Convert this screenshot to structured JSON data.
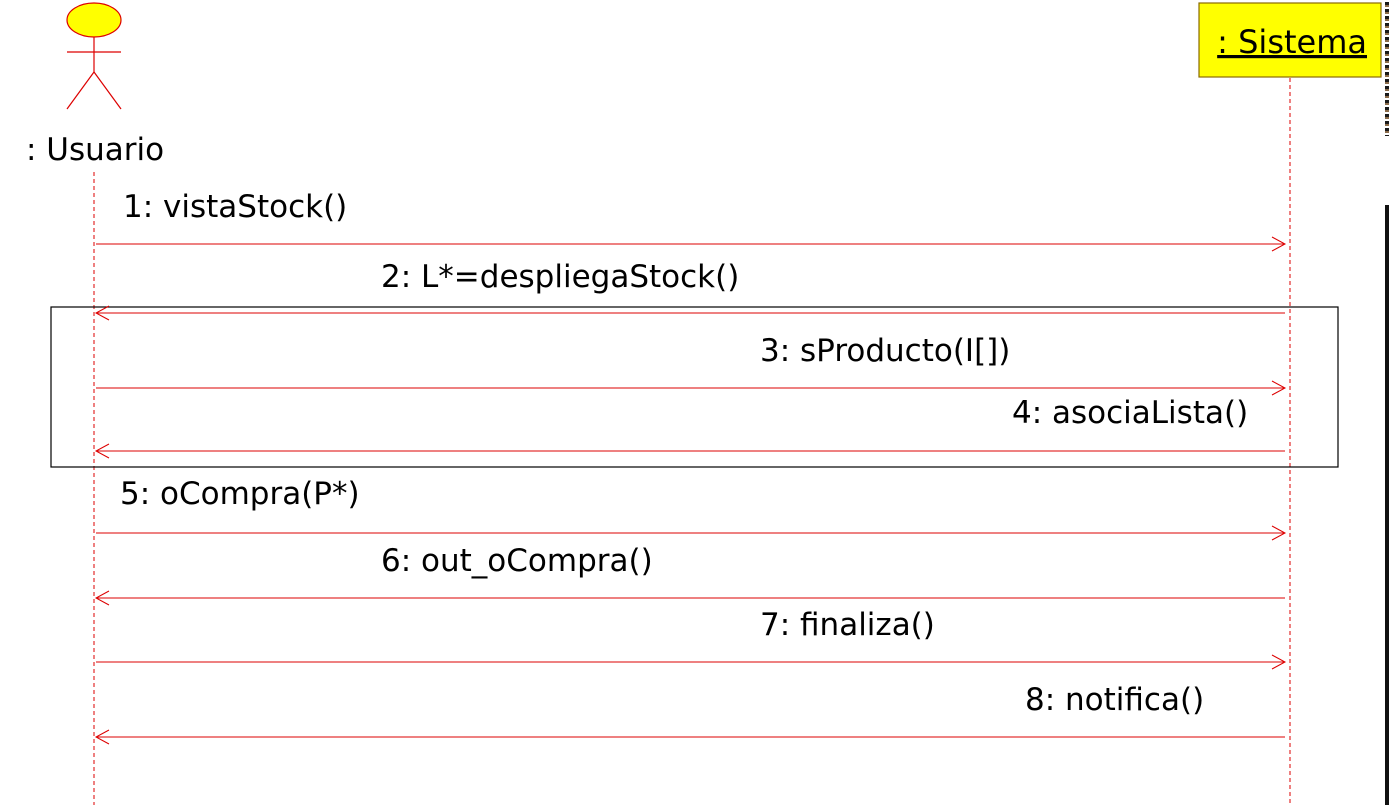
{
  "actor": {
    "label": ": Usuario"
  },
  "system": {
    "label": ": Sistema"
  },
  "colors": {
    "actor_head": "#ffff00",
    "object_box": "#ffff00",
    "lines": "#dd0000",
    "text": "#000000"
  },
  "messages": [
    {
      "label": "1: vistaStock()",
      "direction": "to-system"
    },
    {
      "label": "2: L*=despliegaStock()",
      "direction": "to-actor"
    },
    {
      "label": "3: sProducto(I[])",
      "direction": "to-system"
    },
    {
      "label": "4: asociaLista()",
      "direction": "to-actor"
    },
    {
      "label": "5: oCompra(P*)",
      "direction": "to-system"
    },
    {
      "label": "6: out_oCompra()",
      "direction": "to-actor"
    },
    {
      "label": "7: finaliza()",
      "direction": "to-system"
    },
    {
      "label": "8: notifica()",
      "direction": "to-actor"
    }
  ],
  "loop_frame": {
    "covers_messages": [
      2,
      3,
      4
    ]
  }
}
